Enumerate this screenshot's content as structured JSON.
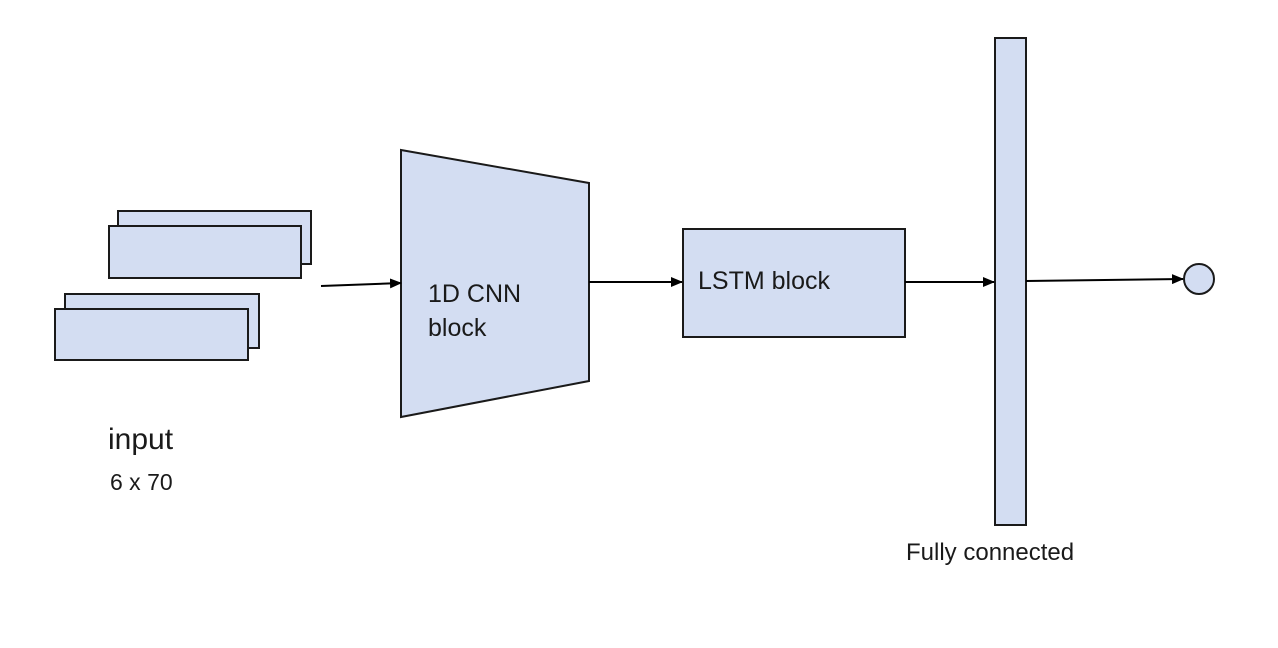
{
  "diagram": {
    "nodes": [
      {
        "id": "input",
        "title": "input",
        "dims": "6 x 70"
      },
      {
        "id": "cnn",
        "line1": "1D CNN",
        "line2": "block"
      },
      {
        "id": "lstm",
        "label": "LSTM block"
      },
      {
        "id": "fc",
        "label": "Fully connected"
      },
      {
        "id": "output",
        "label": ""
      }
    ],
    "edges": [
      {
        "from": "input",
        "to": "cnn"
      },
      {
        "from": "cnn",
        "to": "lstm"
      },
      {
        "from": "lstm",
        "to": "fc"
      },
      {
        "from": "fc",
        "to": "output"
      }
    ],
    "colors": {
      "fill": "#d3ddf2",
      "stroke": "#1a1a1a",
      "arrow": "#000000"
    }
  }
}
